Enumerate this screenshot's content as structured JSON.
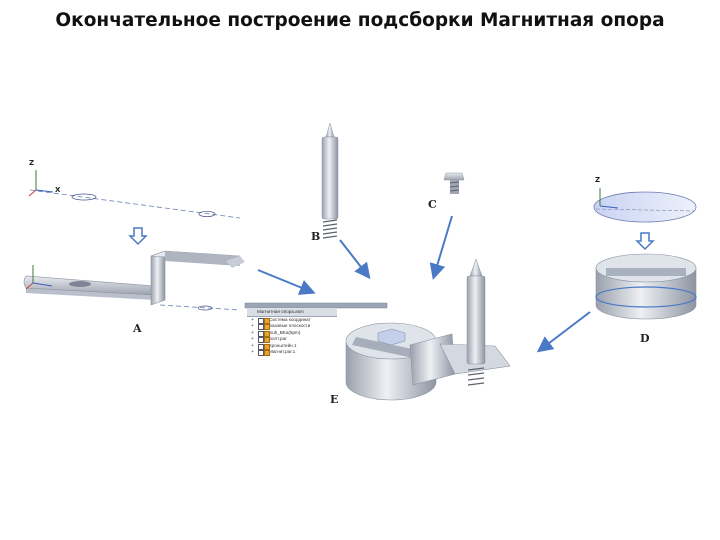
{
  "title": "Окончательное построение подсборки Магнитная опора",
  "labels": {
    "a": "A",
    "b": "B",
    "c": "C",
    "d": "D",
    "e": "E"
  },
  "axes": {
    "z": "Z",
    "x": "X"
  },
  "tree": {
    "header": "Магнитная опора.asm",
    "rows": [
      "Система координат",
      "Базовые плоскости",
      "Sub_BKa(5pm)",
      "Болт.par",
      "Кронштейн.1",
      "Магнит.par.1"
    ]
  },
  "colors": {
    "arrow": "#4a79c6",
    "part": "#c7ccd6",
    "panel": "#9aa6b6"
  }
}
